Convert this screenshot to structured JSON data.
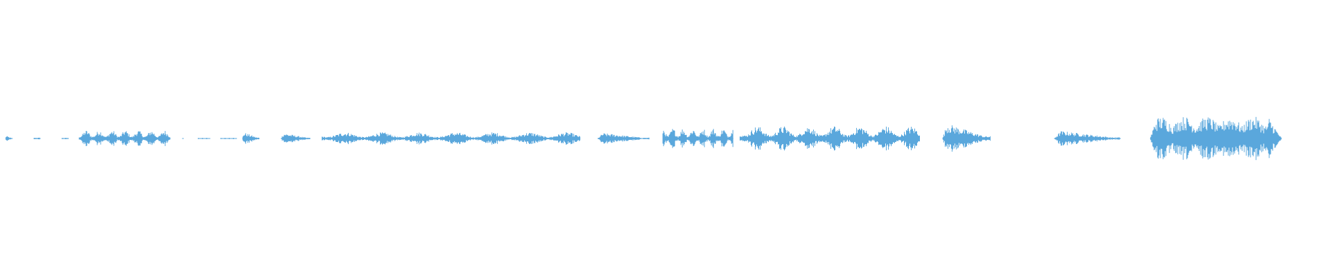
{
  "waveform": {
    "color": "#5aa7dc",
    "amplitude_scale": 1.0,
    "segments": [
      {
        "start": 0.004,
        "end": 0.0095,
        "peak": 0.02,
        "profile": "burst"
      },
      {
        "start": 0.0255,
        "end": 0.0305,
        "peak": 0.01,
        "profile": "flat"
      },
      {
        "start": 0.0465,
        "end": 0.0515,
        "peak": 0.008,
        "profile": "flat"
      },
      {
        "start": 0.0595,
        "end": 0.128,
        "peak": 0.06,
        "profile": "speech"
      },
      {
        "start": 0.137,
        "end": 0.138,
        "peak": 0.004,
        "profile": "flat"
      },
      {
        "start": 0.149,
        "end": 0.158,
        "peak": 0.006,
        "profile": "dots"
      },
      {
        "start": 0.166,
        "end": 0.178,
        "peak": 0.006,
        "profile": "dots"
      },
      {
        "start": 0.182,
        "end": 0.195,
        "peak": 0.045,
        "profile": "burst"
      },
      {
        "start": 0.211,
        "end": 0.233,
        "peak": 0.04,
        "profile": "burst"
      },
      {
        "start": 0.242,
        "end": 0.436,
        "peak": 0.045,
        "profile": "speech"
      },
      {
        "start": 0.449,
        "end": 0.488,
        "peak": 0.04,
        "profile": "burst"
      },
      {
        "start": 0.498,
        "end": 0.551,
        "peak": 0.075,
        "profile": "speech"
      },
      {
        "start": 0.556,
        "end": 0.691,
        "peak": 0.09,
        "profile": "speech"
      },
      {
        "start": 0.708,
        "end": 0.744,
        "peak": 0.11,
        "profile": "burst"
      },
      {
        "start": 0.792,
        "end": 0.842,
        "peak": 0.055,
        "profile": "burst"
      },
      {
        "start": 0.864,
        "end": 0.963,
        "peak": 0.16,
        "profile": "dense"
      }
    ]
  }
}
